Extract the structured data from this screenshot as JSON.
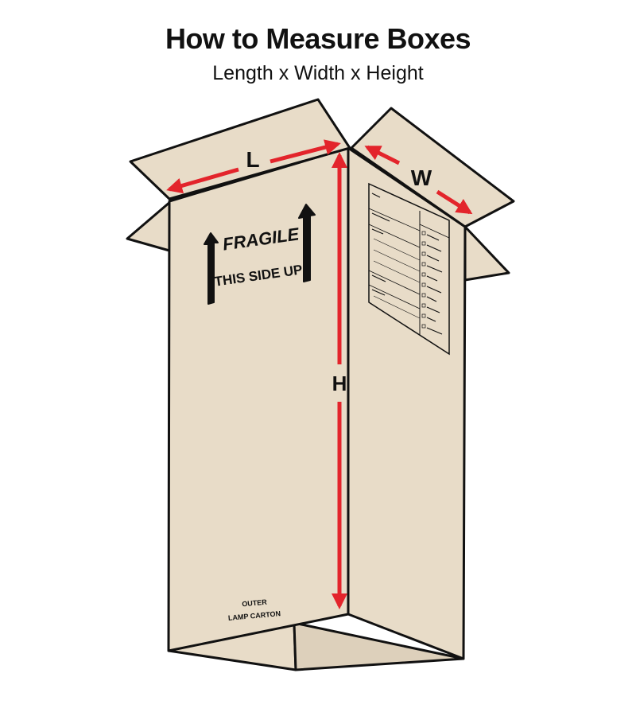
{
  "header": {
    "title": "How to Measure Boxes",
    "subtitle": "Length x Width x Height"
  },
  "dimensions": {
    "length_label": "L",
    "width_label": "W",
    "height_label": "H"
  },
  "box_print": {
    "fragile": "FRAGILE",
    "this_side_up": "THIS SIDE UP",
    "bottom_line1": "OUTER",
    "bottom_line2": "LAMP CARTON"
  },
  "colors": {
    "box_fill": "#e8dcc8",
    "outline": "#111111",
    "arrow": "#e3242b"
  }
}
